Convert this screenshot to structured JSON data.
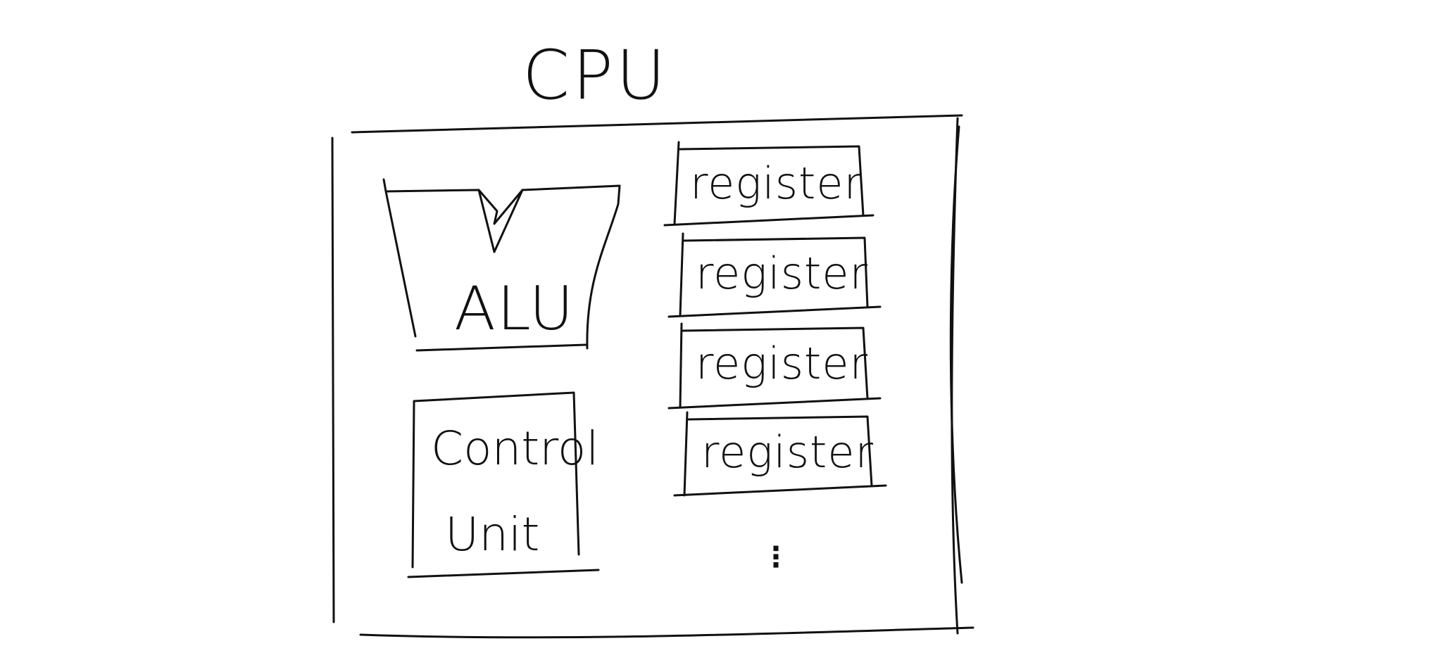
{
  "diagram": {
    "title": "CPU",
    "alu_label": "ALU",
    "control_unit_label": [
      "Control",
      "Unit"
    ],
    "registers": [
      "register",
      "register",
      "register",
      "register"
    ],
    "continuation": "⋮"
  }
}
